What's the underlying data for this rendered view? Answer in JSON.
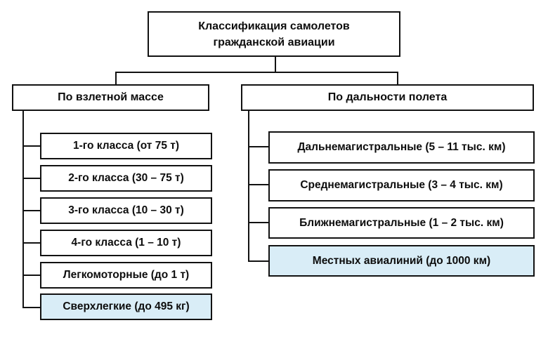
{
  "diagram": {
    "title_lines": [
      "Классификация самолетов",
      "гражданской авиации"
    ],
    "colors": {
      "box_border": "#121212",
      "box_fill": "#ffffff",
      "highlight_fill": "#d9edf7",
      "text": "#0d0d0d",
      "background": "#ffffff"
    },
    "branches": [
      {
        "label": "По взлетной массе",
        "items": [
          {
            "label": "1-го класса (от 75 т)",
            "highlighted": false
          },
          {
            "label": "2-го класса (30 – 75 т)",
            "highlighted": false
          },
          {
            "label": "3-го класса (10 – 30 т)",
            "highlighted": false
          },
          {
            "label": "4-го класса (1 – 10 т)",
            "highlighted": false
          },
          {
            "label": "Легкомоторные (до 1 т)",
            "highlighted": false
          },
          {
            "label": "Сверхлегкие (до 495 кг)",
            "highlighted": true
          }
        ]
      },
      {
        "label": "По дальности полета",
        "items": [
          {
            "label": "Дальнемагистральные (5 – 11 тыс. км)",
            "highlighted": false
          },
          {
            "label": "Среднемагистральные (3 – 4 тыс. км)",
            "highlighted": false
          },
          {
            "label": "Ближнемагистральные (1 – 2 тыс. км)",
            "highlighted": false
          },
          {
            "label": "Местных авиалиний (до 1000 км)",
            "highlighted": true
          }
        ]
      }
    ]
  }
}
